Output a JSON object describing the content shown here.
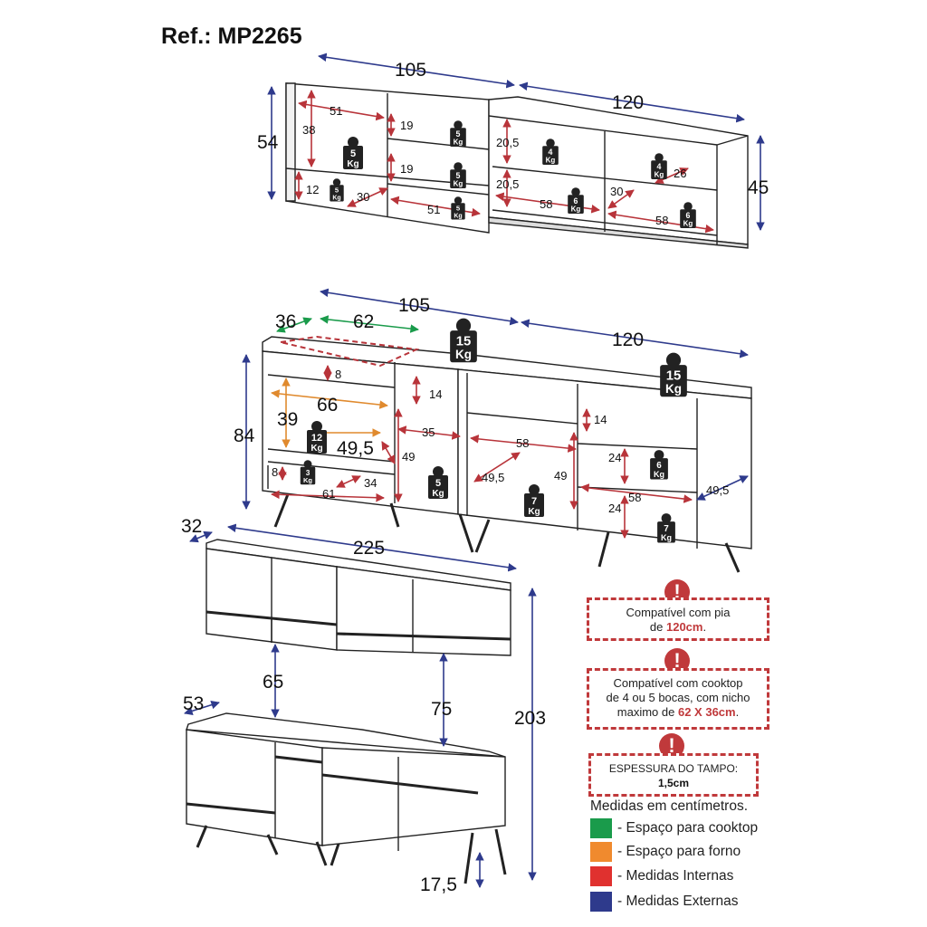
{
  "title": "Ref.: MP2265",
  "dimensions": {
    "upper_total_105": "105",
    "upper_total_120": "120",
    "upper_height_54": "54",
    "upper_height_45": "45",
    "upper_d51a": "51",
    "upper_d38": "38",
    "upper_d19a": "19",
    "upper_d19b": "19",
    "upper_d12": "12",
    "upper_d30a": "30",
    "upper_d51b": "51",
    "upper_d205a": "20,5",
    "upper_d205b": "20,5",
    "upper_d58a": "58",
    "upper_d26": "26",
    "upper_d30b": "30",
    "upper_d58b": "58",
    "lower_total_105": "105",
    "lower_total_120": "120",
    "lower_depth_36": "36",
    "lower_cooktop_62": "62",
    "lower_height_84": "84",
    "lower_d8a": "8",
    "lower_d66": "66",
    "lower_d39": "39",
    "lower_d495a": "49,5",
    "lower_d8b": "8",
    "lower_d61": "61",
    "lower_d34": "34",
    "lower_d14a": "14",
    "lower_d35": "35",
    "lower_d49a": "49",
    "lower_d58a": "58",
    "lower_d14b": "14",
    "lower_d495b": "49,5",
    "lower_d49b": "49",
    "lower_d24a": "24",
    "lower_d58b": "58",
    "lower_d24b": "24",
    "lower_d495c": "49,5",
    "set_depth_32": "32",
    "set_width_225": "225",
    "set_gap_65": "65",
    "set_gap_75": "75",
    "set_height_203": "203",
    "set_depth_53": "53",
    "set_feet_175": "17,5"
  },
  "weights": {
    "u1": [
      "5",
      "Kg"
    ],
    "u2": [
      "5",
      "Kg"
    ],
    "u3": [
      "5",
      "Kg"
    ],
    "u4": [
      "5",
      "Kg"
    ],
    "u5": [
      "5",
      "Kg"
    ],
    "u6": [
      "4",
      "Kg"
    ],
    "u7": [
      "4",
      "Kg"
    ],
    "u8": [
      "6",
      "Kg"
    ],
    "u9": [
      "6",
      "Kg"
    ],
    "l1": [
      "15",
      "Kg"
    ],
    "l2": [
      "15",
      "Kg"
    ],
    "l3": [
      "12",
      "Kg"
    ],
    "l4": [
      "3",
      "Kg"
    ],
    "l5": [
      "5",
      "Kg"
    ],
    "l6": [
      "7",
      "Kg"
    ],
    "l7": [
      "6",
      "Kg"
    ],
    "l8": [
      "7",
      "Kg"
    ]
  },
  "notes": {
    "sink_line1": "Compatível com pia",
    "sink_prefix": "de ",
    "sink_highlight": "120cm",
    "sink_suffix": ".",
    "cooktop_line1": "Compatível com cooktop",
    "cooktop_line2": "de 4 ou 5 bocas, com nicho",
    "cooktop_prefix": "maximo de ",
    "cooktop_highlight": "62 X 36cm",
    "cooktop_suffix": ".",
    "top_line1": "ESPESSURA DO TAMPO:",
    "top_line2": "1,5cm",
    "warning_glyph": "!"
  },
  "legend": {
    "title": "Medidas em centímetros.",
    "items": [
      {
        "label": "- Espaço para cooktop",
        "color": "#1a9b4b"
      },
      {
        "label": "- Espaço para forno",
        "color": "#f08a2e"
      },
      {
        "label": "- Medidas Internas",
        "color": "#e0312f"
      },
      {
        "label": "- Medidas Externas",
        "color": "#2e3a8c"
      }
    ]
  },
  "colors": {
    "external": "#2e3a8c",
    "internal": "#b8343a",
    "cooktop": "#1a9b4b",
    "oven": "#e08a2e",
    "warning": "#c0393b",
    "line": "#222222"
  }
}
